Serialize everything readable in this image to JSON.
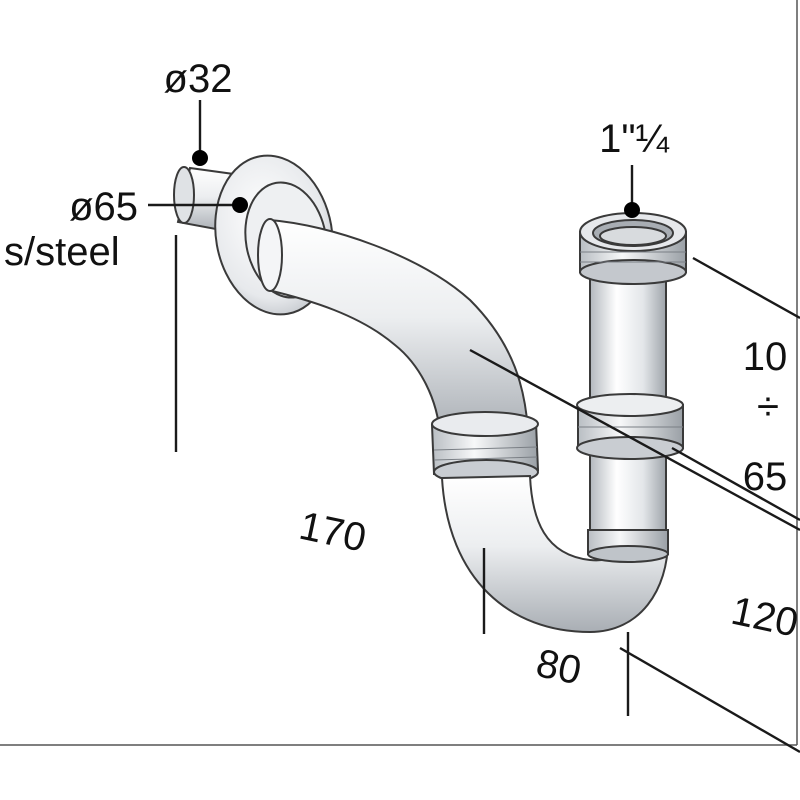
{
  "labels": {
    "outlet_diameter": "ø32",
    "flange_diameter": "ø65",
    "material": "s/steel",
    "inlet_thread": "1\"¼",
    "height_range_top": "10",
    "height_range_sep": "÷",
    "height_range_bottom": "65",
    "wall_distance": "170",
    "trap_width": "80",
    "trap_depth": "120"
  },
  "colors": {
    "metal_light": "#f3f4f6",
    "metal_mid": "#cfd2d6",
    "metal_dark": "#9aa0a6",
    "outline": "#3a3a3a",
    "dimension_line": "#1a1a1a"
  }
}
